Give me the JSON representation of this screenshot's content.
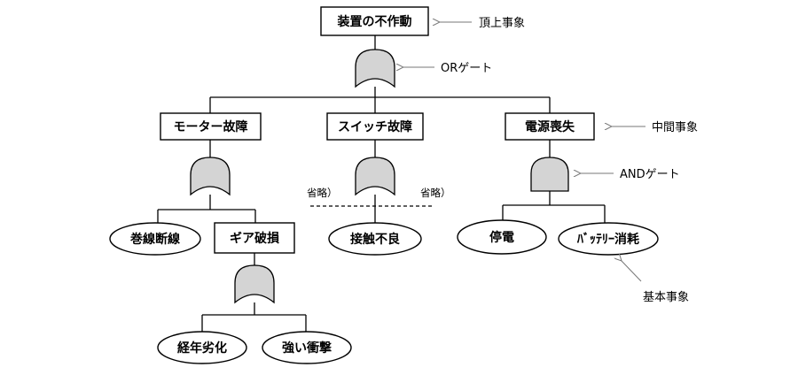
{
  "nodes": {
    "top": "装置の不作動",
    "motor": "モーター故障",
    "switch": "スイッチ故障",
    "power": "電源喪失",
    "coil": "巻線断線",
    "gear": "ギア破損",
    "contact": "接触不良",
    "outage": "停電",
    "battery": "ﾊﾞｯﾃﾘｰ消耗",
    "aging": "経年劣化",
    "impact": "強い衝撃"
  },
  "omitted": {
    "left": "省略）",
    "right": "省略）"
  },
  "annotations": {
    "top_event": "頂上事象",
    "or_gate": "ORゲート",
    "intermediate": "中間事象",
    "and_gate": "ANDゲート",
    "basic": "基本事象"
  },
  "gate_types": [
    "OR",
    "OR",
    "OR",
    "AND",
    "OR"
  ]
}
